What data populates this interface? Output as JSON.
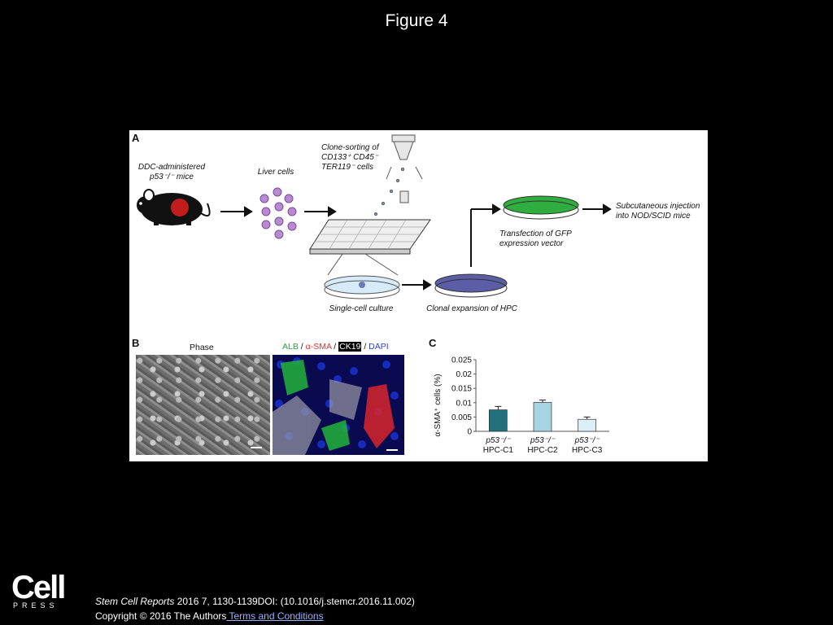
{
  "slide": {
    "title": "Figure 4"
  },
  "panels": {
    "a": {
      "label": "A",
      "mouse_caption": [
        "DDC-administered",
        "p53⁻/⁻ mice"
      ],
      "liver_caption": "Liver cells",
      "sort_caption": [
        "Clone-sorting of",
        "CD133⁺ CD45⁻",
        "TER119⁻ cells"
      ],
      "single_culture_caption": "Single-cell culture",
      "expansion_caption": "Clonal expansion of HPC",
      "transfection_caption": [
        "Transfection of GFP",
        "expression vector"
      ],
      "injection_caption": [
        "Subcutaneous injection",
        "into NOD/SCID mice"
      ]
    },
    "b": {
      "label": "B",
      "phase_title": "Phase",
      "stain_alb": "ALB",
      "stain_sma": "α-SMA",
      "stain_ck19": "CK19",
      "stain_dapi": "DAPI",
      "separator": " / "
    },
    "c": {
      "label": "C"
    }
  },
  "chart_data": {
    "type": "bar",
    "categories": [
      "p53⁻/⁻ HPC-C1",
      "p53⁻/⁻ HPC-C2",
      "p53⁻/⁻ HPC-C3"
    ],
    "category_lines": [
      [
        "p53⁻/⁻",
        "HPC-C1"
      ],
      [
        "p53⁻/⁻",
        "HPC-C2"
      ],
      [
        "p53⁻/⁻",
        "HPC-C3"
      ]
    ],
    "values": [
      0.0075,
      0.0101,
      0.0042
    ],
    "errors": [
      0.0012,
      0.0008,
      0.0008
    ],
    "colors": [
      "#236f7c",
      "#a8d3e0",
      "#dceff6"
    ],
    "ylabel": "α-SMA⁺ cells (%)",
    "yticks": [
      "0",
      "0.005",
      "0.01",
      "0.015",
      "0.02",
      "0.025"
    ],
    "ylim": [
      0,
      0.025
    ],
    "grid": false,
    "legend": "none"
  },
  "footer": {
    "logo_text": "Cell",
    "logo_sub": "PRESS",
    "citation_journal": "Stem Cell Reports",
    "citation_details": " 2016 7, 1130-1139DOI: (10.1016/j.stemcr.2016.11.002)",
    "copyright": "Copyright © 2016 The Authors",
    "terms_link": " Terms and Conditions"
  }
}
